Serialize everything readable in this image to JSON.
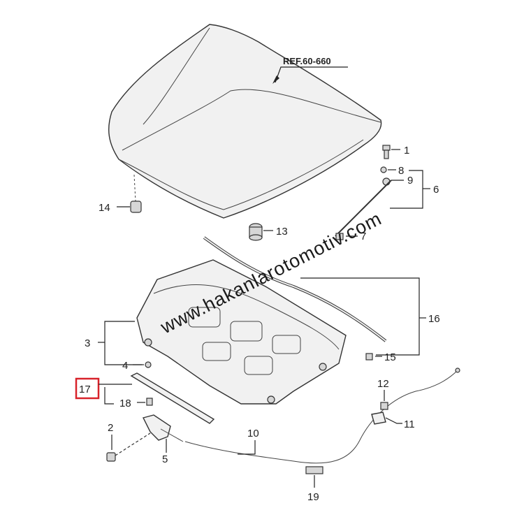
{
  "reference": "REF.60-660",
  "watermark": "www.hakanlarotomotiv.com",
  "highlight_color": "#d8222a",
  "callouts": {
    "c1": "1",
    "c2": "2",
    "c3": "3",
    "c4": "4",
    "c5": "5",
    "c6": "6",
    "c7": "7",
    "c8": "8",
    "c9": "9",
    "c10": "10",
    "c11": "11",
    "c12": "12",
    "c13": "13",
    "c14": "14",
    "c15": "15",
    "c16": "16",
    "c17": "17",
    "c18": "18",
    "c19": "19"
  }
}
